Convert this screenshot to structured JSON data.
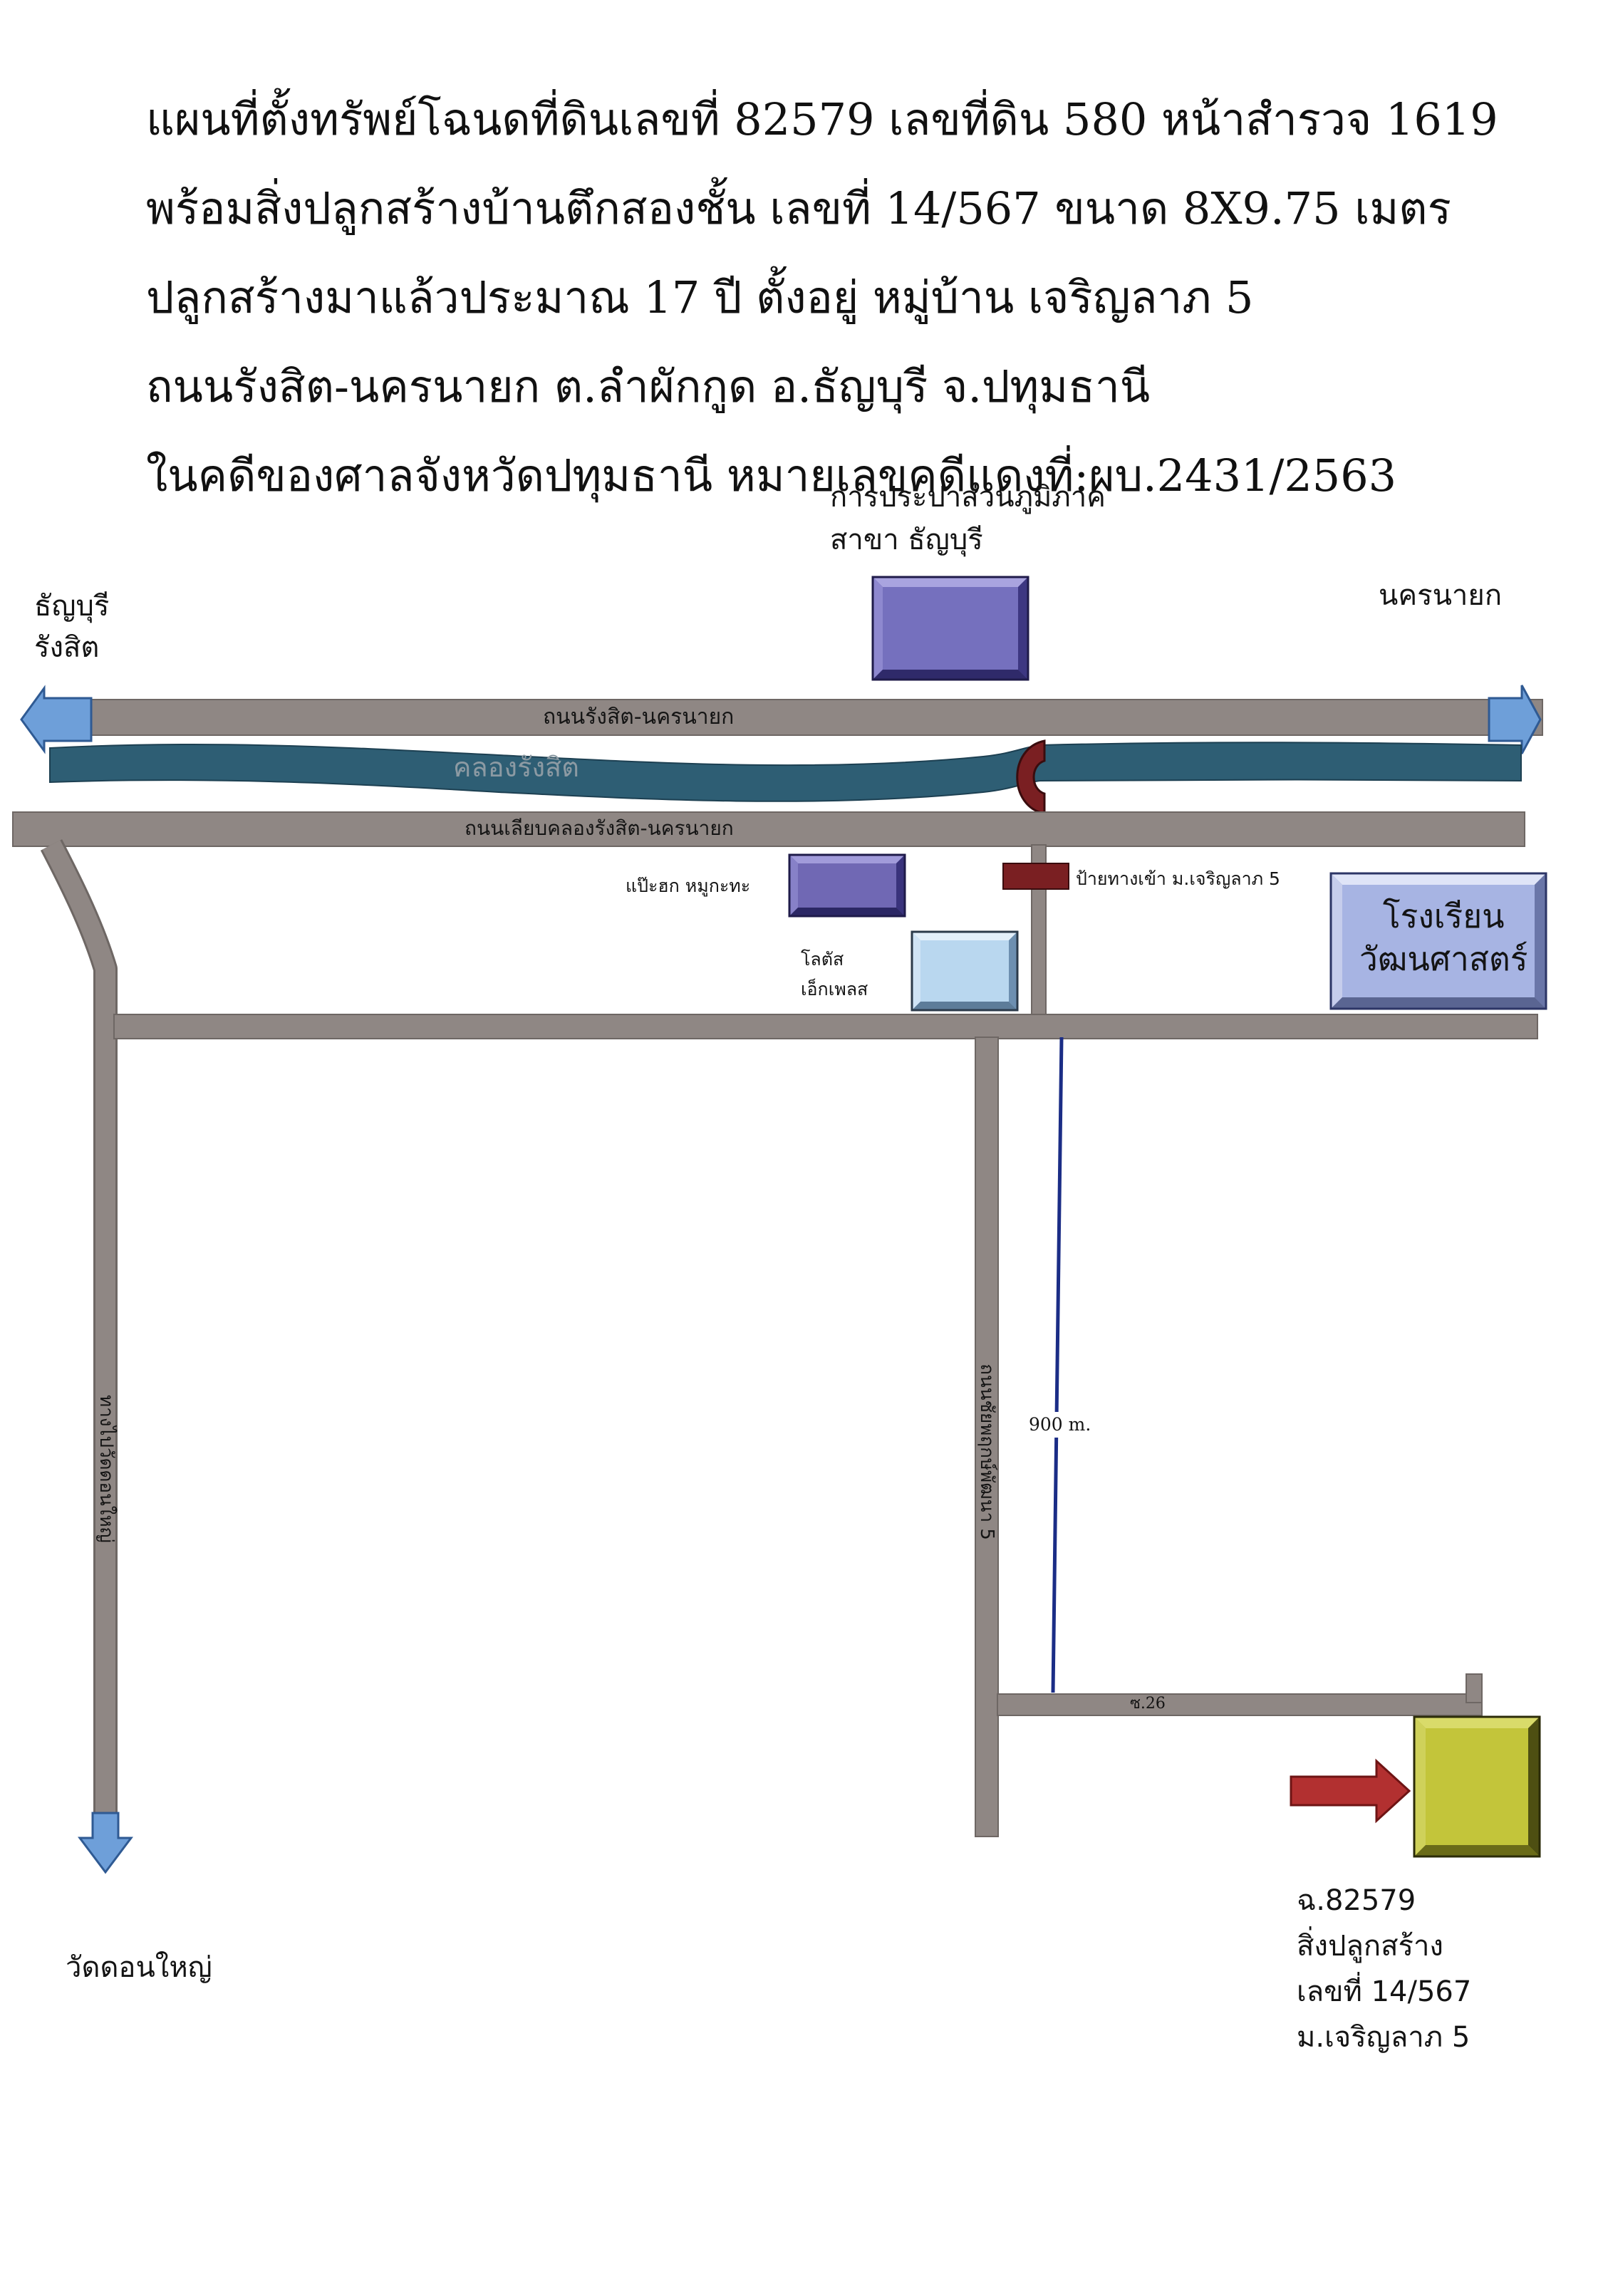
{
  "title_lines": [
    "แผนที่ตั้งทรัพย์โฉนดที่ดินเลขที่ 82579 เลขที่ดิน 580 หน้าสำรวจ 1619",
    "พร้อมสิ่งปลูกสร้างบ้านตึกสองชั้น เลขที่ 14/567  ขนาด 8X9.75 เมตร",
    "ปลูกสร้างมาแล้วประมาณ 17 ปี ตั้งอยู่ หมู่บ้าน เจริญลาภ 5",
    "ถนนรังสิต-นครนายก ต.ลำผักกูด อ.ธัญบุรี จ.ปทุมธานี",
    "ในคดีของศาลจังหวัดปทุมธานี หมายเลขคดีแดงที่:ผบ.2431/2563"
  ],
  "labels": {
    "waterworks_line1": "การประปาส่วนภูมิภาค",
    "waterworks_line2": "สาขา ธัญบุรี",
    "west_line1": "ธัญบุรี",
    "west_line2": "รังสิต",
    "east": "นครนายก",
    "main_road": "ถนนรังสิต-นครนายก",
    "canal": "คลองรังสิต",
    "canal_road": "ถนนเลียบคลองรังสิต-นครนายก",
    "pahuk": "แป๊ะฮก หมูกะทะ",
    "village_sign": "ป้ายทางเข้า ม.เจริญลาภ 5",
    "school_line1": "โรงเรียน",
    "school_line2": "วัฒนศาสตร์",
    "lotus_line1": "โลตัส",
    "lotus_line2": "เอ็กเพลส",
    "left_road": "ทางไปวัดดอนใหญ่",
    "middle_road": "ถนนชัยพฤกษ์พัฒนา 5",
    "distance": "900 m.",
    "soi": "ซ.26",
    "temple": "วัดดอนใหญ่",
    "property_line1": "ฉ.82579",
    "property_line2": "สิ่งปลูกสร้าง",
    "property_line3": "เลขที่ 14/567",
    "property_line4": "ม.เจริญลาภ 5"
  },
  "colors": {
    "road": "#8f8784",
    "road_edge": "#6e6764",
    "canal": "#2e5e74",
    "waterworks_box": "#7570be",
    "pahuk_box": "#7068b4",
    "lotus_box": "#b9d7ef",
    "school_box": "#a7b4e3",
    "property_box": "#c3c53a",
    "red_arrow": "#b23030",
    "blue_arrow": "#6e9fd9",
    "distance_line": "#1b2d86",
    "sign": "#7a1f22"
  },
  "icons": {
    "west_arrow": "arrow-left-icon",
    "east_arrow": "arrow-right-icon",
    "south_arrow": "arrow-down-icon",
    "property_pointer": "arrow-right-icon",
    "bridge": "bridge-icon"
  }
}
